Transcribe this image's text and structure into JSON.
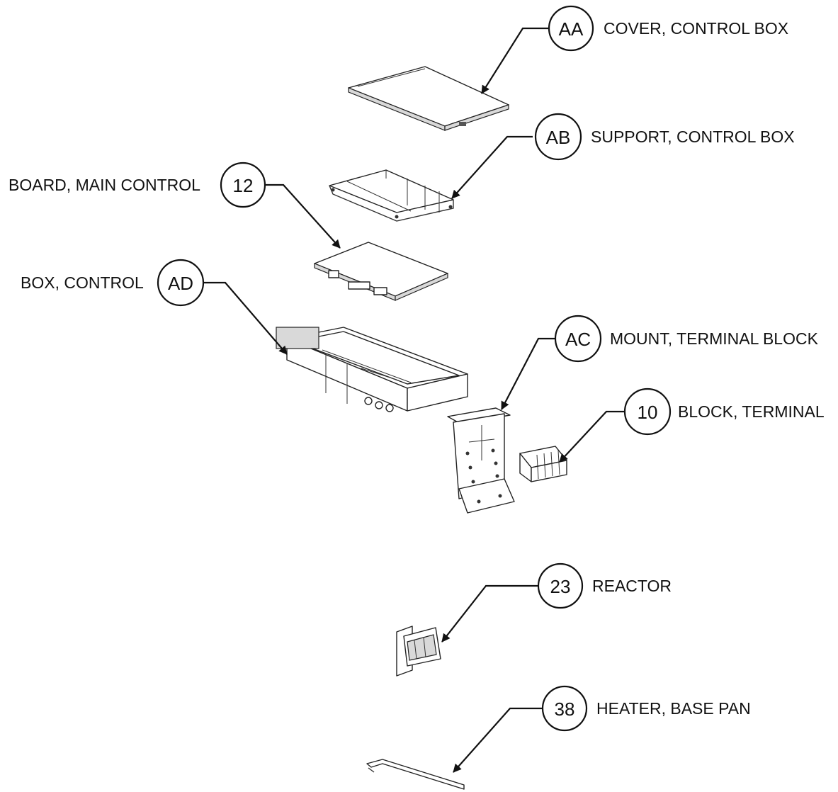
{
  "callouts": [
    {
      "id": "AA",
      "label": "COVER, CONTROL BOX"
    },
    {
      "id": "AB",
      "label": "SUPPORT, CONTROL BOX"
    },
    {
      "id": "12",
      "label": "BOARD, MAIN CONTROL"
    },
    {
      "id": "AD",
      "label": "BOX, CONTROL"
    },
    {
      "id": "AC",
      "label": "MOUNT, TERMINAL BLOCK"
    },
    {
      "id": "10",
      "label": "BLOCK, TERMINAL"
    },
    {
      "id": "23",
      "label": "REACTOR"
    },
    {
      "id": "38",
      "label": "HEATER, BASE PAN"
    }
  ]
}
